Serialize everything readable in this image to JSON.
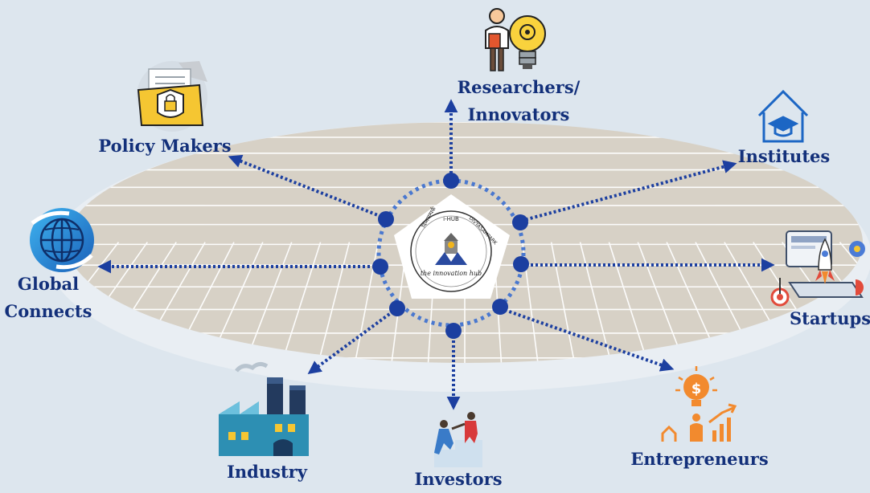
{
  "hub": {
    "name": "i-HUB",
    "ring_text_left": "दिव्यसम्पर्क",
    "ring_text_right": "DIVYASAMPARK",
    "tagline": "the innovation hub"
  },
  "stakeholders": {
    "researchers": {
      "line1": "Researchers/",
      "line2": "Innovators"
    },
    "policy_makers": {
      "label": "Policy Makers"
    },
    "institutes": {
      "label": "Institutes"
    },
    "global_connects": {
      "line1": "Global",
      "line2": "Connects"
    },
    "startups": {
      "label": "Startups"
    },
    "industry": {
      "label": "Industry"
    },
    "investors": {
      "label": "Investors"
    },
    "entrepreneurs": {
      "label": "Entrepreneurs"
    }
  },
  "colors": {
    "background": "#dde6ee",
    "platform_rim": "#e9eef3",
    "platform_fill": "#d7d1c6",
    "grid_line": "#ffffff",
    "connector": "#1c3fa0",
    "ring": "#4a78cf",
    "node": "#1c3fa0",
    "label": "#13307a",
    "accent_orange": "#f28a2e",
    "accent_teal": "#2e9bd6"
  }
}
